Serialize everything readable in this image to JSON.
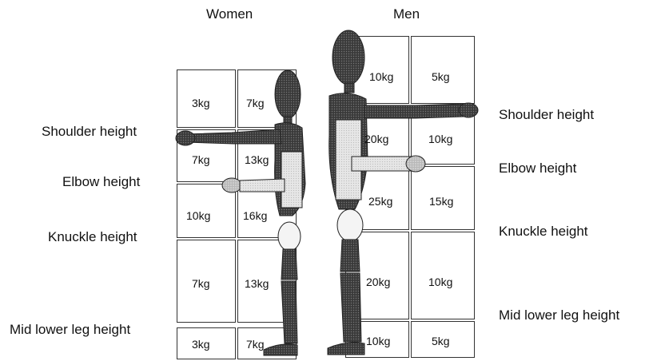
{
  "headers": {
    "women": "Women",
    "men": "Men"
  },
  "left_labels": {
    "shoulder": "Shoulder height",
    "elbow": "Elbow height",
    "knuckle": "Knuckle height",
    "mid_lower_leg": "Mid lower leg height"
  },
  "right_labels": {
    "shoulder": "Shoulder height",
    "elbow": "Elbow height",
    "knuckle": "Knuckle height",
    "mid_lower_leg": "Mid lower leg height"
  },
  "women": {
    "row1": {
      "close": "3kg",
      "far": "7kg"
    },
    "row2": {
      "close": "7kg",
      "far": "13kg"
    },
    "row3": {
      "close": "10kg",
      "far": "16kg"
    },
    "row4": {
      "close": "7kg",
      "far": "13kg"
    },
    "row5": {
      "close": "3kg",
      "far": "7kg"
    }
  },
  "men": {
    "row1": {
      "close": "10kg",
      "far": "5kg"
    },
    "row2": {
      "close": "20kg",
      "far": "10kg"
    },
    "row3": {
      "close": "25kg",
      "far": "15kg"
    },
    "row4": {
      "close": "20kg",
      "far": "10kg"
    },
    "row5": {
      "close": "10kg",
      "far": "5kg"
    }
  }
}
